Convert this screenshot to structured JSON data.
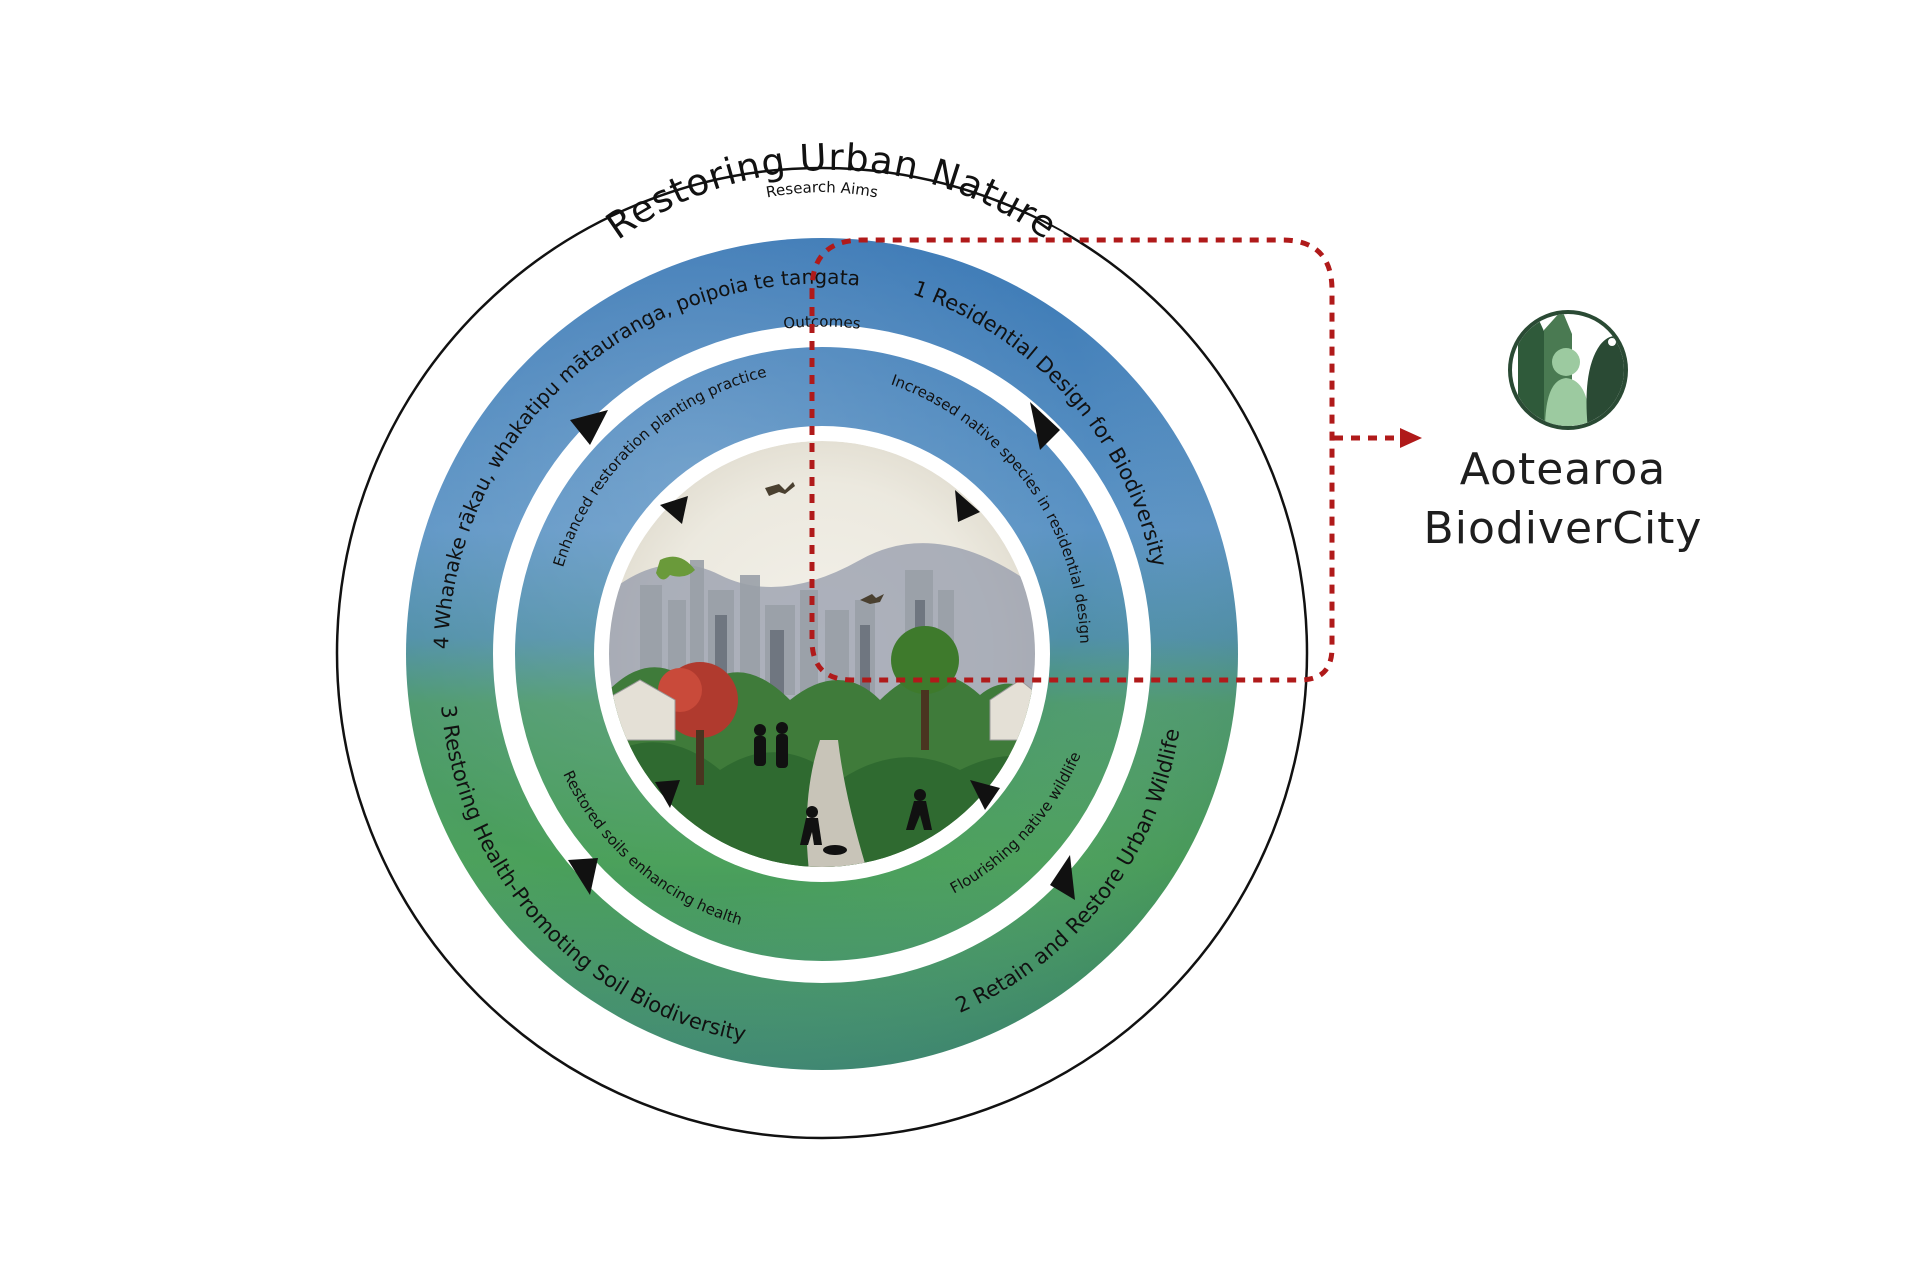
{
  "title": "Restoring Urban Nature",
  "labels": {
    "research_aims": "Research Aims",
    "outcomes": "Outcomes"
  },
  "aims": [
    {
      "text": "1 Residential Design for Biodiversity"
    },
    {
      "text": "2 Retain and Restore Urban Wildlife"
    },
    {
      "text": "3 Restoring Health-Promoting Soil Biodiversity"
    },
    {
      "text": "4 Whanake rākau, whakatipu mātauranga, poipoia te tangata"
    }
  ],
  "outcomes": [
    {
      "text": "Increased native species in residential design"
    },
    {
      "text": "Flourishing native wildlife"
    },
    {
      "text": "Restored soils enhancing health"
    },
    {
      "text": "Enhanced restoration planting practice"
    }
  ],
  "brand": {
    "line1": "Aotearoa",
    "line2": "BiodiverCity"
  },
  "colors": {
    "sky_blue": "#3f7fb8",
    "grass_green": "#5ab04c",
    "dashed_red": "#b01a1a",
    "arrow_black": "#111111",
    "logo_dark_green": "#2f5a3a",
    "logo_light_green": "#9ccaa0"
  },
  "icons": {
    "logo": "leaf-person-kiwi-logo-icon",
    "arrow": "triangle-arrow-icon"
  }
}
